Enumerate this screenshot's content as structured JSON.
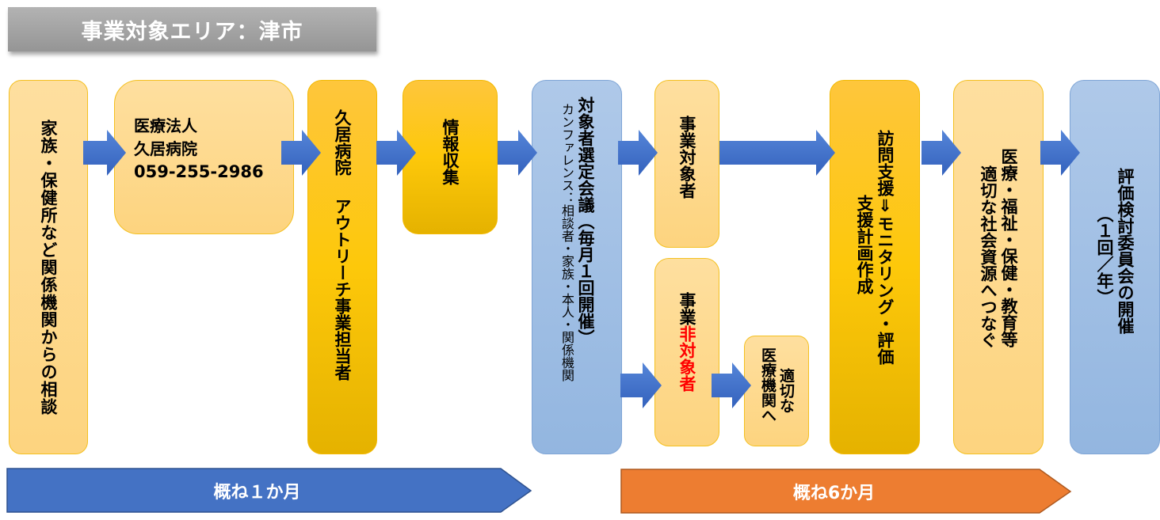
{
  "title": "事業対象エリア：津市",
  "colors": {
    "arrow_blue": "#4472c4",
    "box_light": "#fdd47f",
    "box_gold": "#fdc80a",
    "box_blue": "#9dbce4",
    "band_blue": "#4472c4",
    "band_orange": "#ed7d31",
    "highlight_red": "#ff0000"
  },
  "steps": {
    "consultation": {
      "text": "家族・保健所など関係機関からの相談"
    },
    "hospital": {
      "line1": "医療法人",
      "line2": "久居病院",
      "phone": "059-255-2986"
    },
    "outreach_staff": {
      "line1": "久居病院",
      "line2": "アウトリーチ事業担当者"
    },
    "info_gathering": {
      "text": "情報収集"
    },
    "selection_meeting": {
      "title": "対象者選定会議（毎月１回開催）",
      "subtitle": "カンファレンス：相談者・家族・本人・関係機関"
    },
    "eligible": {
      "text": "事業対象者"
    },
    "ineligible": {
      "prefix": "事業",
      "highlight": "非対象者"
    },
    "refer_medical": {
      "line1": "適切な",
      "line2": "医療機関へ"
    },
    "support": {
      "line1": "訪問支援⇓モニタリング・評価",
      "line2": "支援計画作成"
    },
    "connect_resources": {
      "line1": "医療・福祉・保健・教育等",
      "line2": "適切な社会資源へつなぐ"
    },
    "evaluation_committee": {
      "line1": "評価検討委員会の開催",
      "line2": "（１回／年）"
    }
  },
  "timeline": {
    "phase1": "概ね１か月",
    "phase2": "概ね6か月"
  }
}
